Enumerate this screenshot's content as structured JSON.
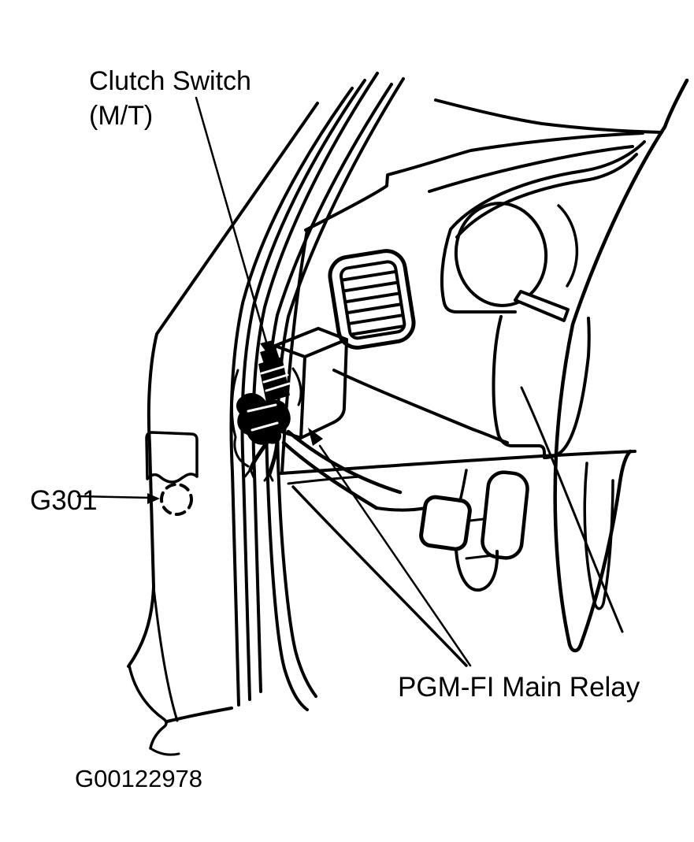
{
  "figure": {
    "background": "#ffffff",
    "line_color": "#000000",
    "labels": {
      "clutch_switch": {
        "line1": "Clutch Switch",
        "line2": "(M/T)"
      },
      "ground": "G301",
      "relay": "PGM-FI Main Relay"
    },
    "figure_id": "G00122978",
    "callouts": [
      {
        "text": "Clutch Switch (M/T)",
        "arrow": "points down to switch on clutch pedal bracket"
      },
      {
        "text": "G301",
        "arrow": "points right to dashed circle on kick panel"
      },
      {
        "text": "PGM-FI Main Relay",
        "arrow": "points up-left to relay box under dash"
      }
    ]
  }
}
